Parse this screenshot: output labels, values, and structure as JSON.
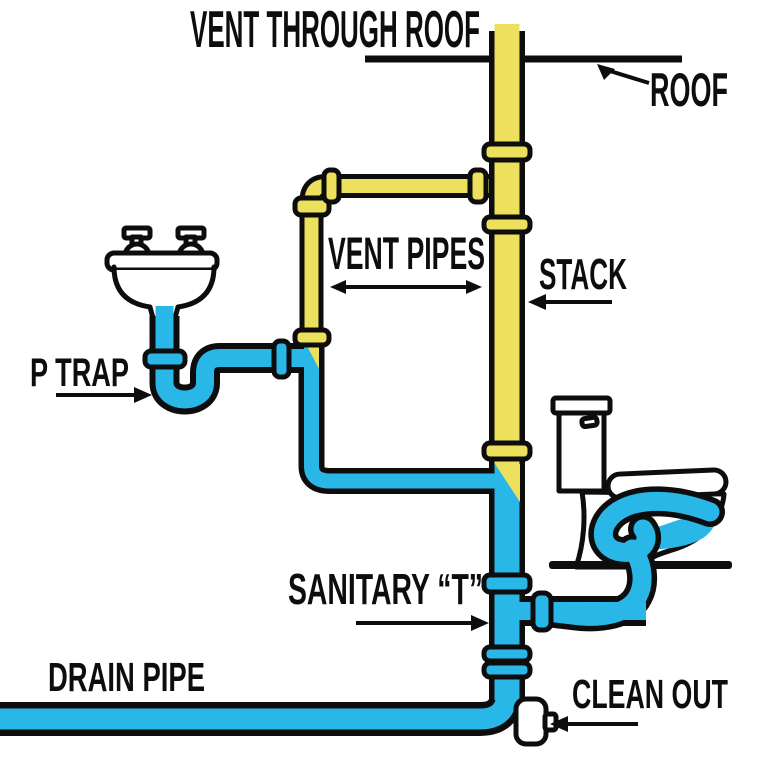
{
  "diagram": {
    "type": "plumbing-drain-waste-vent-system",
    "labels": {
      "vent_through_roof": "VENT THROUGH ROOF",
      "roof": "ROOF",
      "vent_pipes": "VENT PIPES",
      "stack": "STACK",
      "p_trap": "P TRAP",
      "sanitary_t": "SANITARY “T”",
      "drain_pipe": "DRAIN PIPE",
      "clean_out": "CLEAN OUT"
    },
    "colors": {
      "vent_pipe_yellow": "#ece05c",
      "drain_water_blue": "#29b7e8",
      "outline_black": "#0d0d0d",
      "fixture_white": "#ffffff",
      "background": "#ffffff"
    },
    "fixtures": [
      "sink",
      "toilet"
    ],
    "annotations": [
      {
        "label": "VENT THROUGH ROOF",
        "points_to": "top of stack above roof"
      },
      {
        "label": "ROOF",
        "points_to": "roof line"
      },
      {
        "label": "VENT PIPES",
        "points_to": "yellow vent piping"
      },
      {
        "label": "STACK",
        "points_to": "main vertical stack"
      },
      {
        "label": "P TRAP",
        "points_to": "u-bend under sink"
      },
      {
        "label": "SANITARY “T”",
        "points_to": "tee fitting at toilet branch"
      },
      {
        "label": "DRAIN PIPE",
        "points_to": "horizontal drain at bottom"
      },
      {
        "label": "CLEAN OUT",
        "points_to": "capped fitting at base of stack"
      }
    ]
  }
}
